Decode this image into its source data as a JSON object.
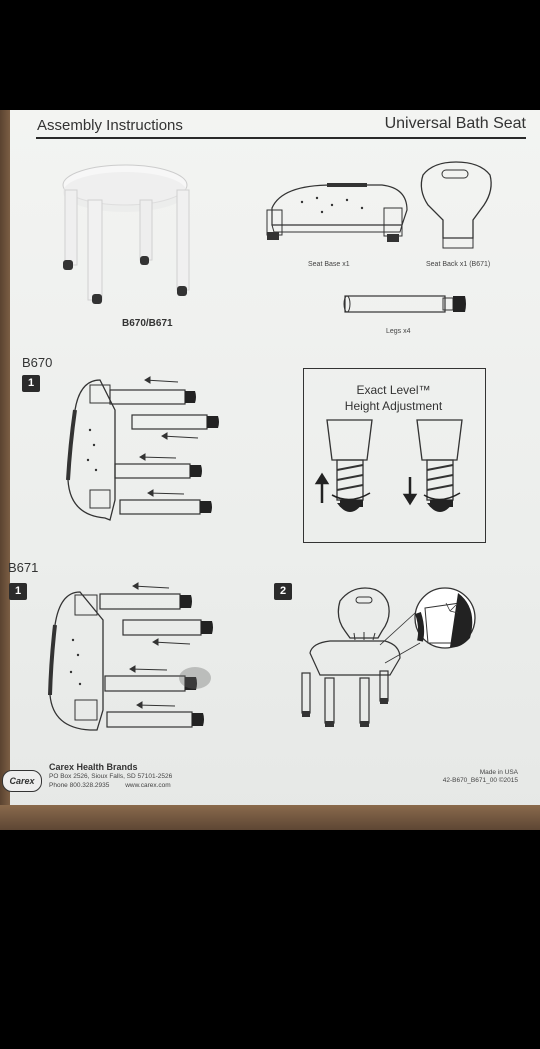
{
  "header": {
    "left_title": "Assembly Instructions",
    "right_title": "Universal Bath Seat"
  },
  "parts": {
    "seat_base": "Seat Base x1",
    "seat_back": "Seat Back x1 (B671)",
    "legs": "Legs x4",
    "model_label": "B670/B671"
  },
  "sections": {
    "b670": {
      "label": "B670",
      "step": "1"
    },
    "b671": {
      "label": "B671",
      "step1": "1",
      "step2": "2"
    }
  },
  "height_box": {
    "title_line1": "Exact Level™",
    "title_line2": "Height Adjustment"
  },
  "footer": {
    "logo": "Carex",
    "company": "Carex Health Brands",
    "address": "PO Box 2526, Sioux Falls, SD 57101-2526",
    "phone": "Phone 800.328.2935",
    "website": "www.carex.com",
    "made_in": "Made in USA",
    "doc_code": "42-B670_B671_00 ©2015"
  },
  "colors": {
    "paper": "#eceeec",
    "ink": "#333333",
    "background": "#000000"
  }
}
